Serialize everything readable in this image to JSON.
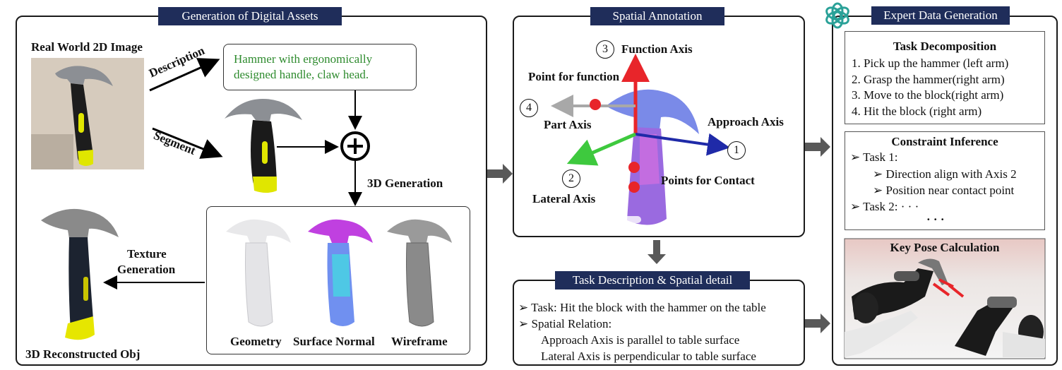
{
  "generation": {
    "title": "Generation of Digital Assets",
    "real_image_label": "Real World 2D Image",
    "description_label": "Description",
    "segment_label": "Segment",
    "description_text_line1": "Hammer with ergonomically",
    "description_text_line2": "designed handle, claw head.",
    "gen3d_label": "3D Generation",
    "texture_label_line1": "Texture",
    "texture_label_line2": "Generation",
    "reconstructed_label": "3D Reconstructed Obj",
    "views": [
      "Geometry",
      "Surface Normal",
      "Wireframe"
    ]
  },
  "spatial": {
    "title": "Spatial Annotation",
    "function_axis": "Function Axis",
    "point_for_function": "Point for function",
    "part_axis": "Part Axis",
    "approach_axis": "Approach Axis",
    "lateral_axis": "Lateral Axis",
    "points_for_contact": "Points for Contact",
    "num_function": "3",
    "num_part": "4",
    "num_approach": "1",
    "num_lateral": "2"
  },
  "task": {
    "title": "Task Description & Spatial detail",
    "line1": "➢  Task: Hit the block with the  hammer on the table",
    "line2": "➢  Spatial Relation:",
    "line3": "Approach Axis is parallel to table surface",
    "line4": "Lateral  Axis is perpendicular to table surface"
  },
  "expert": {
    "title": "Expert Data Generation",
    "decomp_title": "Task Decomposition",
    "decomp_items": [
      "1.   Pick up the hammer (left arm)",
      "2.   Grasp the hammer(right arm)",
      "3.   Move to the block(right arm)",
      "4.   Hit the block (right arm)"
    ],
    "constraint_title": "Constraint Inference",
    "c1": "➢  Task 1:",
    "c2": "➢  Direction align with Axis 2",
    "c3": "➢  Position near contact point",
    "c4": "➢  Task 2: · · ·",
    "c5": "· · ·",
    "keypose_title": "Key Pose Calculation"
  },
  "colors": {
    "tag_bg": "#1f2d5a",
    "desc_green": "#2e8b2e",
    "axis_red": "#e8252a",
    "axis_blue": "#1f2aa8",
    "axis_green": "#3ec93e",
    "axis_gray": "#a8a8a8"
  },
  "icons": [
    "openai-logo-icon",
    "plus-circle-icon"
  ]
}
